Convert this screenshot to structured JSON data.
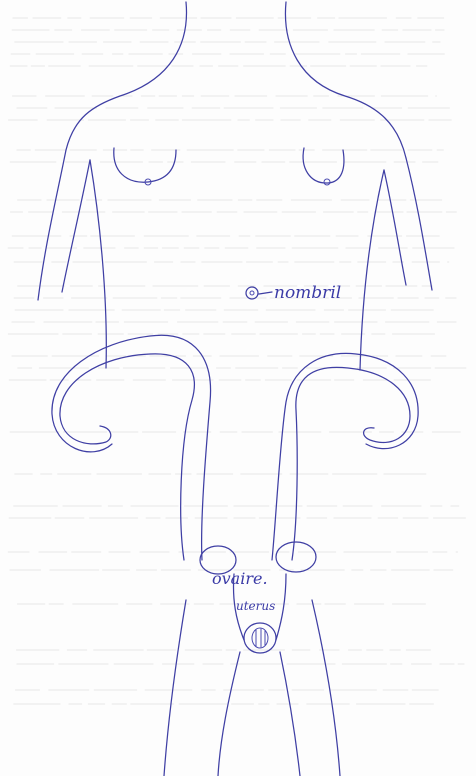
{
  "labels": {
    "navel": "nombril",
    "ovary": "ovaire.",
    "uterus": "uterus"
  },
  "colors": {
    "paper": "#fdfdfd",
    "ink": "#3f3fa4",
    "bleed_through": "#9a9a9a"
  }
}
